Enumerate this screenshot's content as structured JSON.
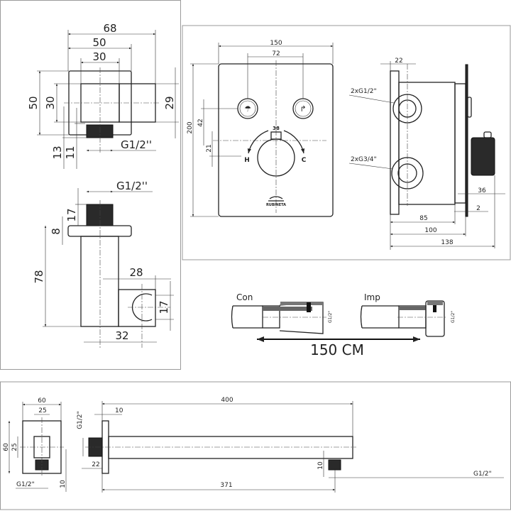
{
  "wall_outlet": {
    "d68": "68",
    "d50": "50",
    "d30": "30",
    "h50": "50",
    "h30": "30",
    "h29": "29",
    "h13": "13",
    "h11": "11",
    "thread": "G1/2''"
  },
  "holder": {
    "thread": "G1/2''",
    "h17": "17",
    "h8": "8",
    "h78": "78",
    "d28": "28",
    "h17b": "17",
    "d32": "32"
  },
  "mixer_front": {
    "d150": "150",
    "d72": "72",
    "h200": "200",
    "h42": "42",
    "h21": "21",
    "temp": "38",
    "hot": "H",
    "cold": "C",
    "brand": "RUBINETA"
  },
  "mixer_side": {
    "port_top": "2xG1/2\"",
    "port_bottom": "2xG3/4\"",
    "d22": "22",
    "d36": "36",
    "d2": "2",
    "d85": "85",
    "d100": "100",
    "d138": "138"
  },
  "hose": {
    "con": "Con",
    "imp": "Imp",
    "thread_con": "G1/2\"",
    "thread_imp": "G1/2\"",
    "length": "150 CM"
  },
  "arm_flange": {
    "d60": "60",
    "d25": "25",
    "h60": "60",
    "h25": "25",
    "thread": "G1/2\"",
    "h10": "10"
  },
  "arm": {
    "d400": "400",
    "d10": "10",
    "thread_in": "G1/2\"",
    "d22": "22",
    "h10": "10",
    "thread_out": "G1/2\"",
    "d371": "371"
  }
}
